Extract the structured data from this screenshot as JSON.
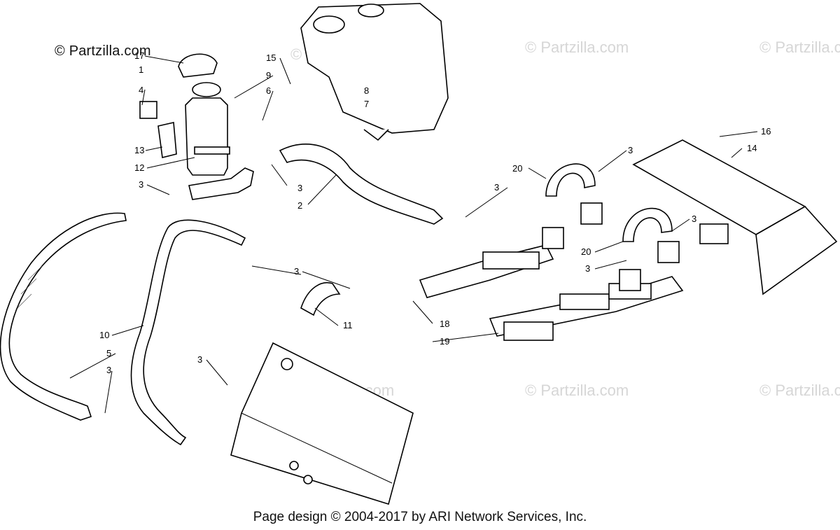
{
  "branding": {
    "corner_logo": "© Partzilla.com",
    "watermark": "© Partzilla.com"
  },
  "footer": {
    "text": "Page design © 2004-2017 by ARI Network Services, Inc."
  },
  "callouts": [
    "1",
    "2",
    "3",
    "4",
    "5",
    "6",
    "7",
    "8",
    "9",
    "10",
    "11",
    "12",
    "13",
    "14",
    "15",
    "16",
    "17",
    "18",
    "19",
    "20"
  ]
}
